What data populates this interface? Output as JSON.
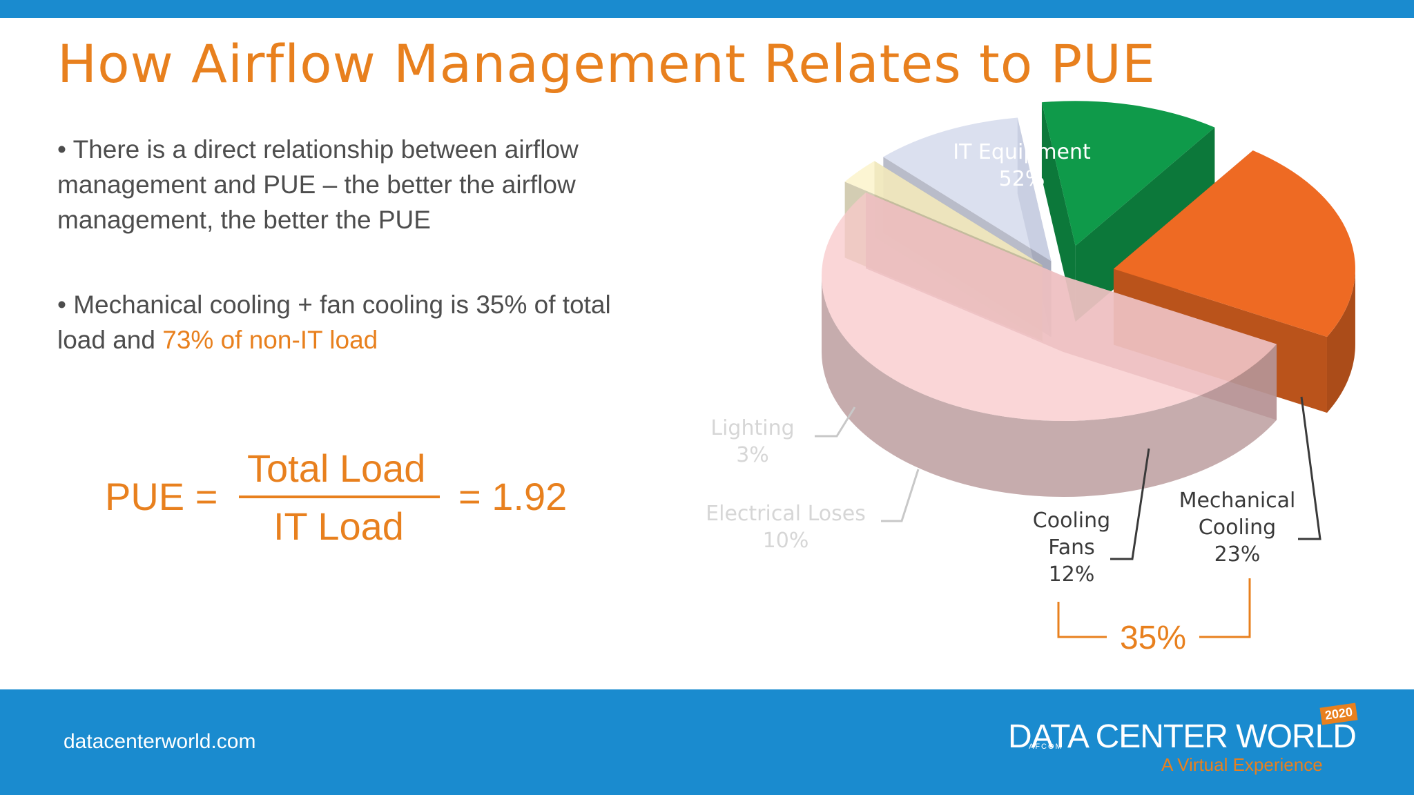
{
  "slide": {
    "title": "How Airflow Management Relates to PUE",
    "bullets": [
      {
        "text": "• There is a direct relationship between airflow management and PUE – the better the airflow management, the better the PUE"
      },
      {
        "text": "• Mechanical cooling + fan cooling is 35% of total load and ",
        "highlight": "73% of non-IT load"
      }
    ],
    "formula": {
      "lhs": "PUE =",
      "numerator": "Total Load",
      "denominator": "IT Load",
      "rhs": "= 1.92"
    },
    "accent_color": "#e8801e"
  },
  "chart_data": {
    "type": "pie",
    "style": "3d-exploded",
    "slices": [
      {
        "label": "IT Equipment",
        "value": 52,
        "value_label": "52%",
        "color": "#f8c8ca",
        "highlighted": false
      },
      {
        "label": "Lighting",
        "value": 3,
        "value_label": "3%",
        "color": "#fbf1c4",
        "highlighted": false
      },
      {
        "label": "Electrical Loses",
        "value": 10,
        "value_label": "10%",
        "color": "#cfd5ea",
        "highlighted": false
      },
      {
        "label": "Cooling Fans",
        "value": 12,
        "value_label": "12%",
        "color": "#0f9a4a",
        "highlighted": true
      },
      {
        "label": "Mechanical Cooling",
        "value": 23,
        "value_label": "23%",
        "color": "#ee6a23",
        "highlighted": true
      }
    ],
    "bracket_label": "35%"
  },
  "footer": {
    "url": "datacenterworld.com",
    "brand_name": "DATA CENTER WORLD",
    "brand_year": "2020",
    "brand_org": "AFCOM",
    "brand_tagline": "A Virtual Experience",
    "bar_color": "#1a8bcf"
  }
}
